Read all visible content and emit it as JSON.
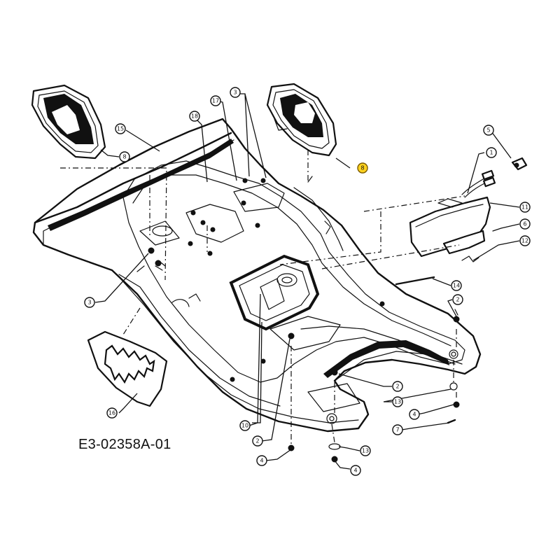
{
  "drawing_code": "E3-02358A-01",
  "callouts": [
    {
      "label": "3",
      "part": "screw"
    },
    {
      "label": "17",
      "part": "bracket"
    },
    {
      "label": "18",
      "part": "plate"
    },
    {
      "label": "15",
      "part": "fender"
    },
    {
      "label": "8",
      "part": "headlight-lens-left"
    },
    {
      "label": "8",
      "part": "headlight-lens-right"
    },
    {
      "label": "5",
      "part": "switch"
    },
    {
      "label": "1",
      "part": "cable-harness"
    },
    {
      "label": "11",
      "part": "cover"
    },
    {
      "label": "6",
      "part": "nut"
    },
    {
      "label": "12",
      "part": "spring"
    },
    {
      "label": "14",
      "part": "rod"
    },
    {
      "label": "2",
      "part": "bolt-right"
    },
    {
      "label": "3",
      "part": "screw-left"
    },
    {
      "label": "16",
      "part": "step-plate"
    },
    {
      "label": "10",
      "part": "bracket-lower"
    },
    {
      "label": "2",
      "part": "bolt-center"
    },
    {
      "label": "4",
      "part": "nut-center"
    },
    {
      "label": "2",
      "part": "bolt-front"
    },
    {
      "label": "13",
      "part": "washer-right"
    },
    {
      "label": "4",
      "part": "nut-right"
    },
    {
      "label": "7",
      "part": "pin"
    },
    {
      "label": "13",
      "part": "washer-front"
    },
    {
      "label": "4",
      "part": "nut-front"
    }
  ],
  "highlight_color": "#ffd21f"
}
